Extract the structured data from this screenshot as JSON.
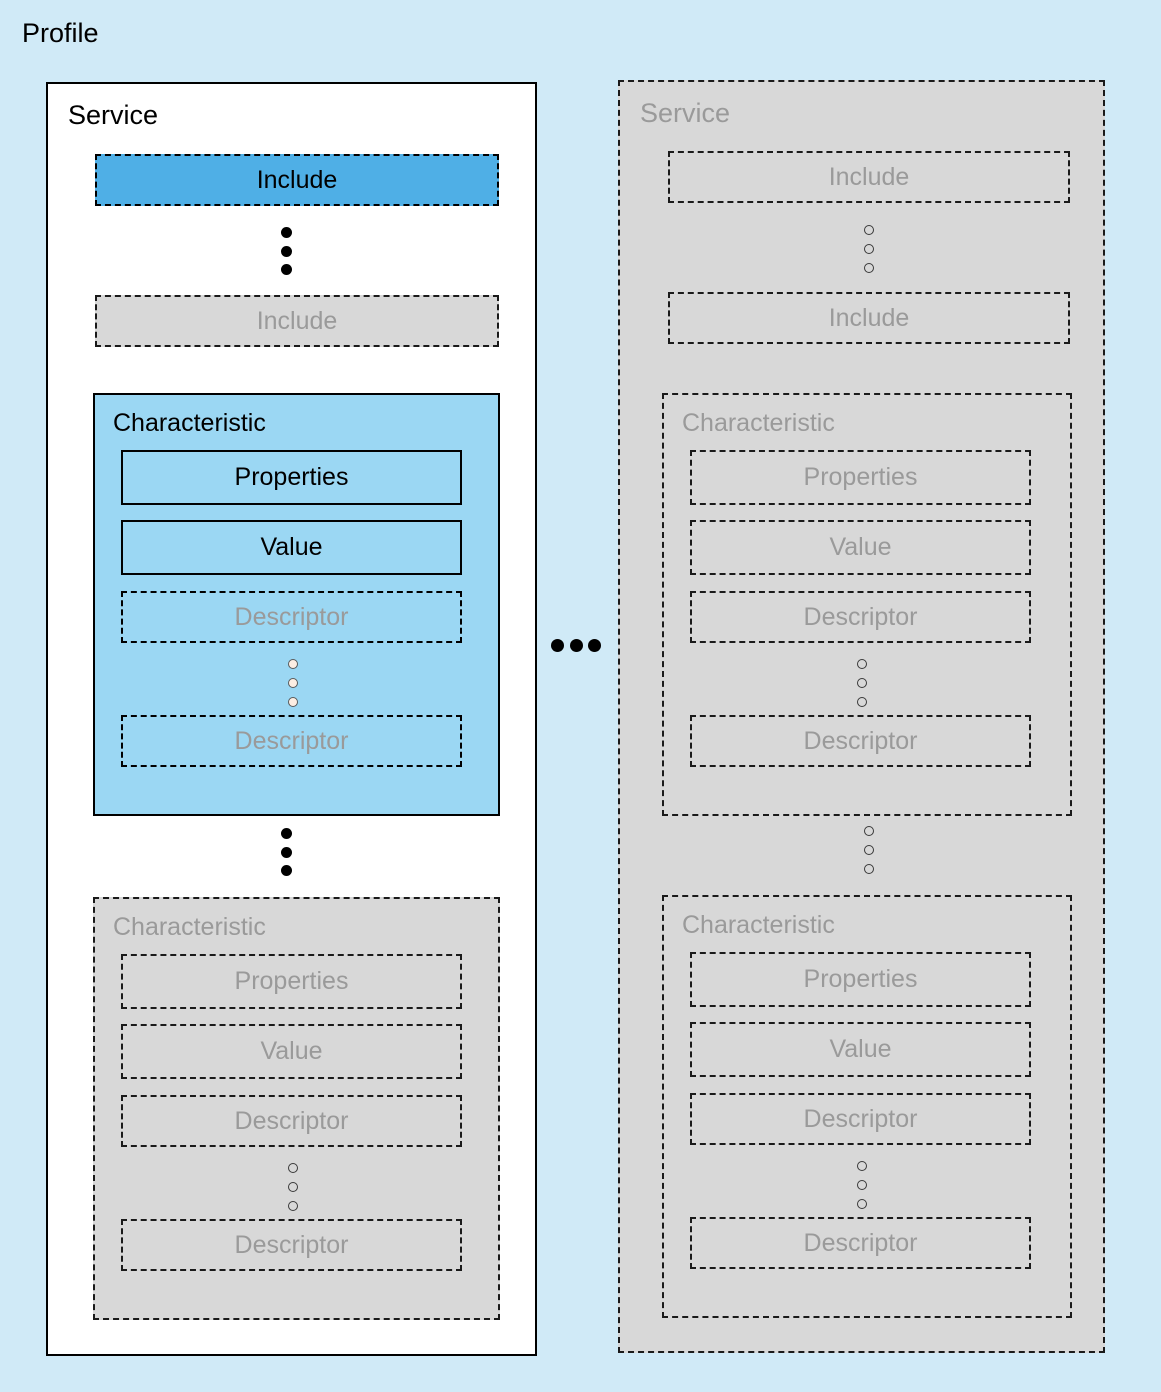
{
  "diagram": {
    "title": "Profile",
    "background_color": "#d0eaf7",
    "highlight_color": "#4fafe6",
    "characteristic_color": "#9bd7f3",
    "dim_color": "#d8d8d8",
    "dim_text_color": "#9a9a9a"
  },
  "services": [
    {
      "label": "Service",
      "state": "active",
      "includes": [
        {
          "label": "Include",
          "state": "highlighted"
        },
        {
          "label": "Include",
          "state": "dimmed"
        }
      ],
      "characteristics": [
        {
          "label": "Characteristic",
          "state": "highlighted",
          "properties_label": "Properties",
          "value_label": "Value",
          "descriptors": [
            {
              "label": "Descriptor"
            },
            {
              "label": "Descriptor"
            }
          ]
        },
        {
          "label": "Characteristic",
          "state": "dimmed",
          "properties_label": "Properties",
          "value_label": "Value",
          "descriptors": [
            {
              "label": "Descriptor"
            },
            {
              "label": "Descriptor"
            }
          ]
        }
      ]
    },
    {
      "label": "Service",
      "state": "dimmed",
      "includes": [
        {
          "label": "Include",
          "state": "dimmed"
        },
        {
          "label": "Include",
          "state": "dimmed"
        }
      ],
      "characteristics": [
        {
          "label": "Characteristic",
          "state": "dimmed",
          "properties_label": "Properties",
          "value_label": "Value",
          "descriptors": [
            {
              "label": "Descriptor"
            },
            {
              "label": "Descriptor"
            }
          ]
        },
        {
          "label": "Characteristic",
          "state": "dimmed",
          "properties_label": "Properties",
          "value_label": "Value",
          "descriptors": [
            {
              "label": "Descriptor"
            },
            {
              "label": "Descriptor"
            }
          ]
        }
      ]
    }
  ],
  "ellipses": {
    "between_services": "...",
    "between_includes_left": "...",
    "between_includes_right": "...",
    "between_characteristics_left": "...",
    "between_characteristics_right": "...",
    "between_descriptors": "..."
  }
}
